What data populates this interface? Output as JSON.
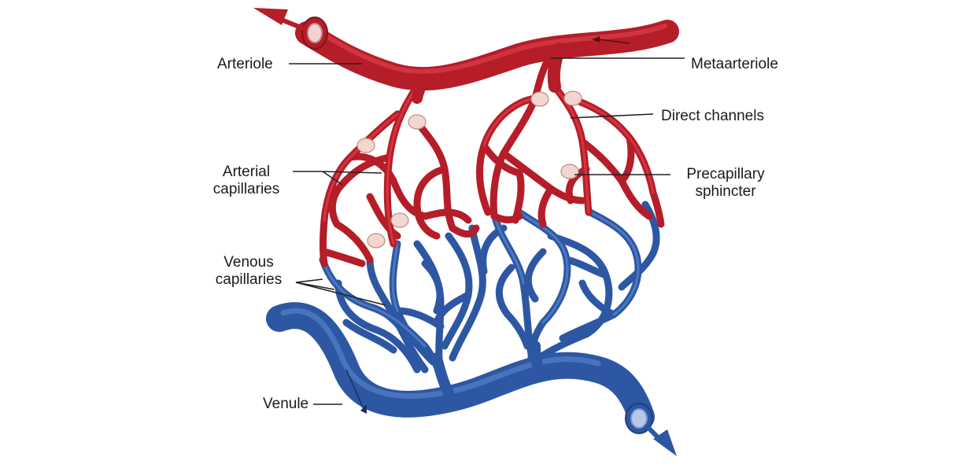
{
  "labels": {
    "arteriole": "Arteriole",
    "metaarteriole": "Metaarteriole",
    "direct_channels": "Direct channels",
    "arterial_capillaries_1": "Arterial",
    "arterial_capillaries_2": "capillaries",
    "precapillary_sphincter_1": "Precapillary",
    "precapillary_sphincter_2": "sphincter",
    "venous_capillaries_1": "Venous",
    "venous_capillaries_2": "capillaries",
    "venule": "Venule"
  },
  "colors": {
    "arterial": "#b51d28",
    "venous": "#2d57a3",
    "sphincter": "#f3d6cf"
  }
}
